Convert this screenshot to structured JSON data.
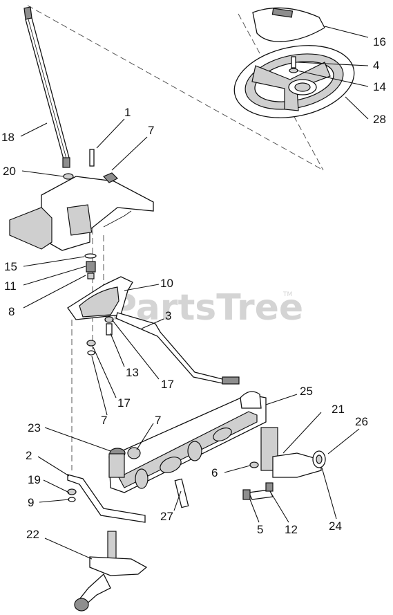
{
  "watermark": {
    "text": "PartsTree",
    "trademark": "TM"
  },
  "callouts": [
    "16",
    "4",
    "14",
    "28",
    "18",
    "1",
    "7",
    "20",
    "15",
    "11",
    "8",
    "10",
    "3",
    "13",
    "17",
    "17",
    "7",
    "25",
    "21",
    "26",
    "23",
    "7",
    "2",
    "6",
    "19",
    "9",
    "27",
    "5",
    "12",
    "24",
    "22"
  ]
}
